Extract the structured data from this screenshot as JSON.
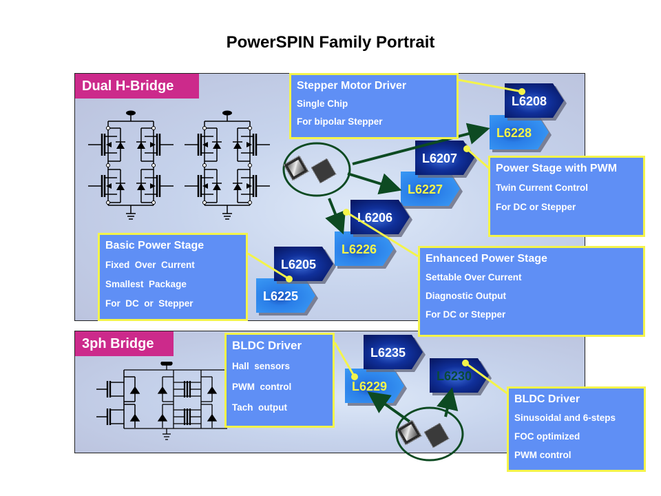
{
  "title": "PowerSPIN Family Portrait",
  "sections": {
    "dual": {
      "label": "Dual H-Bridge"
    },
    "three_phase": {
      "label": "3ph Bridge"
    }
  },
  "colors": {
    "section_tag": "#cc2a8b",
    "callout_fill": "#5f8ff5",
    "callout_border": "#f4f44a",
    "badge_dark": "#0a1f7a",
    "badge_light": "#2f8ef0",
    "badge_light_text": "#f4f44a",
    "arrow": "#0d4a22"
  },
  "callouts": {
    "stepper": {
      "title": "Stepper Motor Driver",
      "lines": [
        "Single Chip",
        "For bipolar Stepper"
      ]
    },
    "pwm": {
      "title": "Power Stage with PWM",
      "lines": [
        "Twin Current Control",
        "For DC or Stepper"
      ]
    },
    "basic": {
      "title": "Basic Power Stage",
      "lines": [
        "Fixed  Over  Current",
        "Smallest  Package",
        "For  DC  or  Stepper"
      ]
    },
    "enhanced": {
      "title": "Enhanced Power Stage",
      "lines": [
        "Settable Over Current",
        "Diagnostic Output",
        "For DC or Stepper"
      ]
    },
    "bldc1": {
      "title": "BLDC Driver",
      "lines": [
        "Hall  sensors",
        "PWM  control",
        "Tach  output"
      ]
    },
    "bldc2": {
      "title": "BLDC Driver",
      "lines": [
        "Sinusoidal and 6-steps",
        "FOC optimized",
        "PWM control"
      ]
    }
  },
  "badges": [
    {
      "id": "L6208",
      "label": "L6208",
      "style": "dark"
    },
    {
      "id": "L6228",
      "label": "L6228",
      "style": "light"
    },
    {
      "id": "L6207",
      "label": "L6207",
      "style": "dark"
    },
    {
      "id": "L6227",
      "label": "L6227",
      "style": "light"
    },
    {
      "id": "L6206",
      "label": "L6206",
      "style": "dark"
    },
    {
      "id": "L6226",
      "label": "L6226",
      "style": "light"
    },
    {
      "id": "L6205",
      "label": "L6205",
      "style": "dark"
    },
    {
      "id": "L6225",
      "label": "L6225",
      "style": "light-white"
    },
    {
      "id": "L6235",
      "label": "L6235",
      "style": "dark"
    },
    {
      "id": "L6229",
      "label": "L6229",
      "style": "light"
    },
    {
      "id": "L6230",
      "label": "L6230",
      "style": "dark-green"
    }
  ],
  "icons": {
    "chip_package": "qfn-chip-icon",
    "connector_dot": "yellow-dot"
  }
}
